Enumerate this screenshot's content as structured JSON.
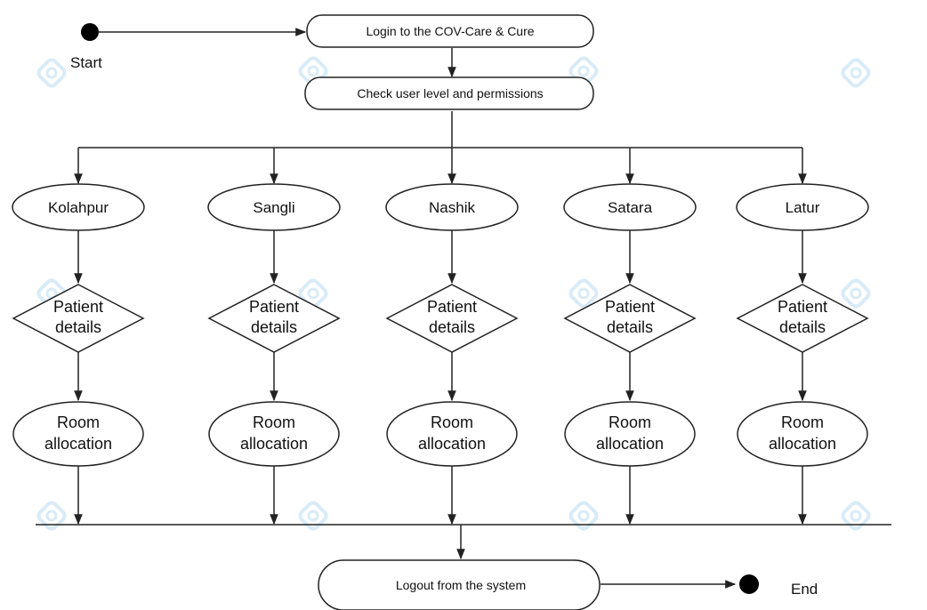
{
  "start": {
    "label": "Start"
  },
  "end": {
    "label": "End"
  },
  "steps": {
    "login": "Login to the COV-Care & Cure",
    "check": "Check user level and permissions",
    "logout": "Logout from the system"
  },
  "branches": [
    {
      "city": "Kolahpur",
      "decision": [
        "Patient",
        "details"
      ],
      "room": [
        "Room",
        "allocation"
      ]
    },
    {
      "city": "Sangli",
      "decision": [
        "Patient",
        "details"
      ],
      "room": [
        "Room",
        "allocation"
      ]
    },
    {
      "city": "Nashik",
      "decision": [
        "Patient",
        "details"
      ],
      "room": [
        "Room",
        "allocation"
      ]
    },
    {
      "city": "Satara",
      "decision": [
        "Patient",
        "details"
      ],
      "room": [
        "Room",
        "allocation"
      ]
    },
    {
      "city": "Latur",
      "decision": [
        "Patient",
        "details"
      ],
      "room": [
        "Room",
        "allocation"
      ]
    }
  ],
  "colors": {
    "stroke": "#222222",
    "node_fill": "#ffffff",
    "dot": "#000000",
    "watermark": "#b9dcf2"
  },
  "icons": {
    "watermark": "watermark-logo-icon"
  }
}
